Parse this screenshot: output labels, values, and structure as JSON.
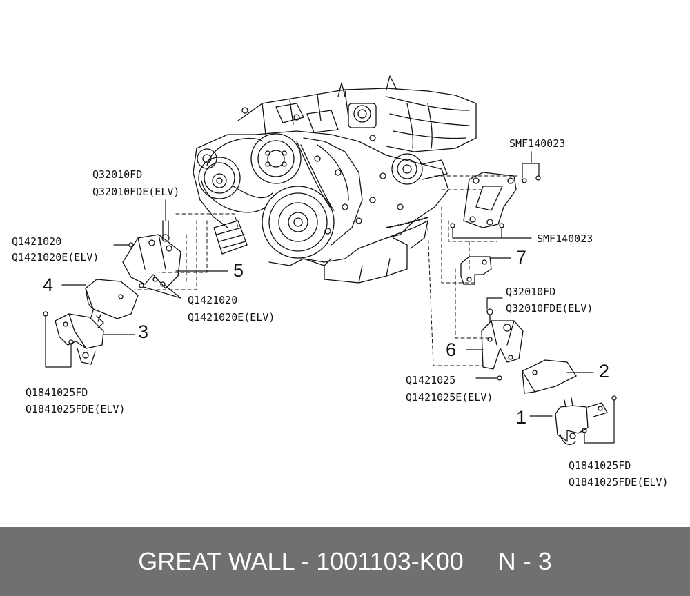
{
  "diagram": {
    "labels": {
      "smf_top": "SMF140023",
      "smf_mid": "SMF140023",
      "q32010fd_l1": "Q32010FD",
      "q32010fd_l2": "Q32010FDE(ELV)",
      "q1421020_left_l1": "Q1421020",
      "q1421020_left_l2": "Q1421020E(ELV)",
      "q1421020_mid_l1": "Q1421020",
      "q1421020_mid_l2": "Q1421020E(ELV)",
      "q1841025_left_l1": "Q1841025FD",
      "q1841025_left_l2": "Q1841025FDE(ELV)",
      "q32010fd_r1": "Q32010FD",
      "q32010fd_r2": "Q32010FDE(ELV)",
      "q1421025_l1": "Q1421025",
      "q1421025_l2": "Q1421025E(ELV)",
      "q1841025_right_l1": "Q1841025FD",
      "q1841025_right_l2": "Q1841025FDE(ELV)"
    },
    "callouts": {
      "n1": "1",
      "n2": "2",
      "n3": "3",
      "n4": "4",
      "n5": "5",
      "n6": "6",
      "n7": "7"
    }
  },
  "footer": {
    "text": "GREAT WALL - 1001103-K00     N - 3"
  }
}
